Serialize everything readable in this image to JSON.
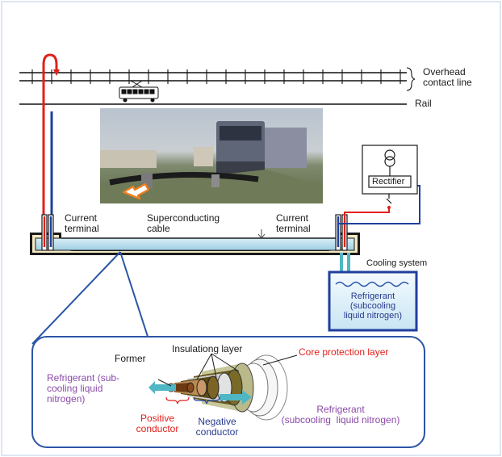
{
  "labels": {
    "overhead_contact_line": "Overhead\ncontact line",
    "rail": "Rail",
    "current_terminal_left": "Current\nterminal",
    "superconducting_cable": "Superconducting\ncable",
    "current_terminal_right": "Current\nterminal",
    "rectifier": "Rectifier",
    "cooling_system": "Cooling system",
    "refrigerant_tank": "Refrigerant\n(subcooling\nliquid nitrogen)",
    "former": "Former",
    "insulating_layer": "Insulationg layer",
    "core_protection_layer": "Core protection layer",
    "refrigerant_left": "Refrigerant (sub-\ncooling liquid\nnitrogen)",
    "positive_conductor": "Positive\nconductor",
    "negative_conductor": "Negative\nconductor",
    "refrigerant_right": "Refrigerant\n(subcooling  liquid nitrogen)"
  },
  "colors": {
    "positive": "#e0201c",
    "negative": "#1f3f9c",
    "refrigerant": "#8a4aa8",
    "coolant_pipe": "#4fb6c4",
    "frame": "#2b55a6"
  }
}
